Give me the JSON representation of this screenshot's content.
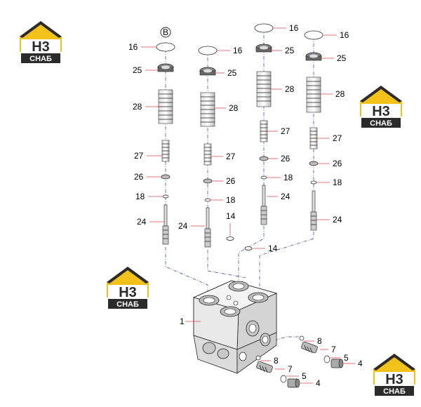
{
  "logo": {
    "mark": "H3",
    "text": "СНАБ",
    "color_yellow": "#f2c21a",
    "color_dark": "#2b2b2b"
  },
  "callouts": {
    "B": "B",
    "c16a": "16",
    "c16b": "16",
    "c16c": "16",
    "c16d": "16",
    "c25a": "25",
    "c25b": "25",
    "c25c": "25",
    "c25d": "25",
    "c28a": "28",
    "c28b": "28",
    "c28c": "28",
    "c28d": "28",
    "c27a": "27",
    "c27b": "27",
    "c27c": "27",
    "c27d": "27",
    "c26a": "26",
    "c26b": "26",
    "c26c": "26",
    "c26d": "26",
    "c18a": "18",
    "c18b": "18",
    "c18c": "18",
    "c18d": "18",
    "c24a": "24",
    "c24b": "24",
    "c24c": "24",
    "c24d": "24",
    "c14a": "14",
    "c14b": "14",
    "c1": "1",
    "c8a": "8",
    "c8b": "8",
    "c7a": "7",
    "c7b": "7",
    "c5a": "5",
    "c5b": "5",
    "c4a": "4",
    "c4b": "4"
  }
}
